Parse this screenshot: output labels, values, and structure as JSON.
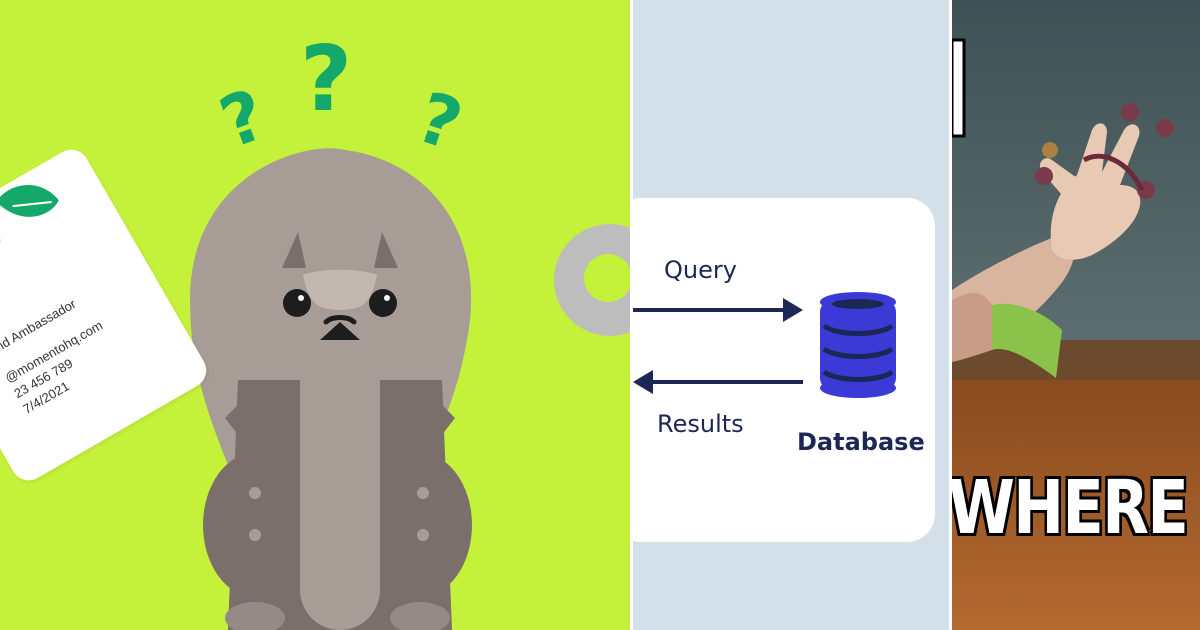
{
  "panels": [
    {
      "id": "squirrel",
      "card": {
        "lines": [
          "and Ambassador",
          "@momentohq.com",
          "23 456 789",
          "7/4/2021"
        ]
      },
      "question_marks": [
        "?",
        "?",
        "?"
      ],
      "colors": {
        "background": "#c4f13a",
        "question": "#14a86a",
        "fur_dark": "#7a6f6b",
        "fur_light": "#a89c96"
      }
    },
    {
      "id": "diagram",
      "labels": {
        "query": "Query",
        "results": "Results",
        "database": "Database"
      },
      "icon": "database-icon",
      "colors": {
        "background": "#d3dfe9",
        "accent": "#3b3ad6",
        "text": "#1c2754"
      }
    },
    {
      "id": "meme",
      "caption": "WHERE",
      "colors": {
        "background": "#4f6062",
        "caption": "#ffffff"
      }
    }
  ]
}
